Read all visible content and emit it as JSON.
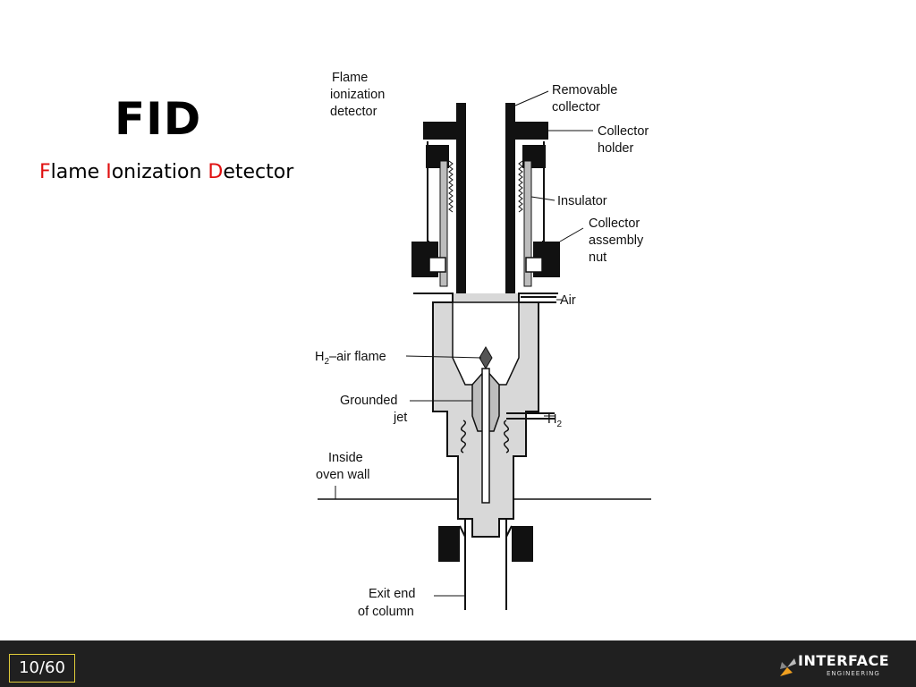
{
  "slide": {
    "title": "FID",
    "subtitle": {
      "f_initial": "F",
      "f_rest": "lame ",
      "i_initial": "I",
      "i_rest": "onization ",
      "d_initial": "D",
      "d_rest": "etector"
    },
    "accent_color": "#e01010"
  },
  "diagram": {
    "labels": {
      "flame_ionization_detector": [
        "Flame",
        "ionization",
        "detector"
      ],
      "removable_collector": [
        "Removable",
        "collector"
      ],
      "collector_holder": [
        "Collector",
        "holder"
      ],
      "insulator": "Insulator",
      "collector_assembly_nut": [
        "Collector",
        "assembly",
        "nut"
      ],
      "air": "Air",
      "h2_air_flame": {
        "pre": "H",
        "sub": "2",
        "post": "–air flame"
      },
      "grounded_jet": [
        "Grounded",
        "jet"
      ],
      "h2_inlet": {
        "pre": "H",
        "sub": "2"
      },
      "inside_oven_wall": [
        "Inside",
        "oven wall"
      ],
      "exit_end_of_column": [
        "Exit end",
        "of column"
      ]
    }
  },
  "footer": {
    "page_counter": "10/60",
    "logo_name": "INTERFACE",
    "logo_sub": "ENGINEERING",
    "bar_color": "#202020",
    "counter_border_color": "#e0cc3a"
  }
}
